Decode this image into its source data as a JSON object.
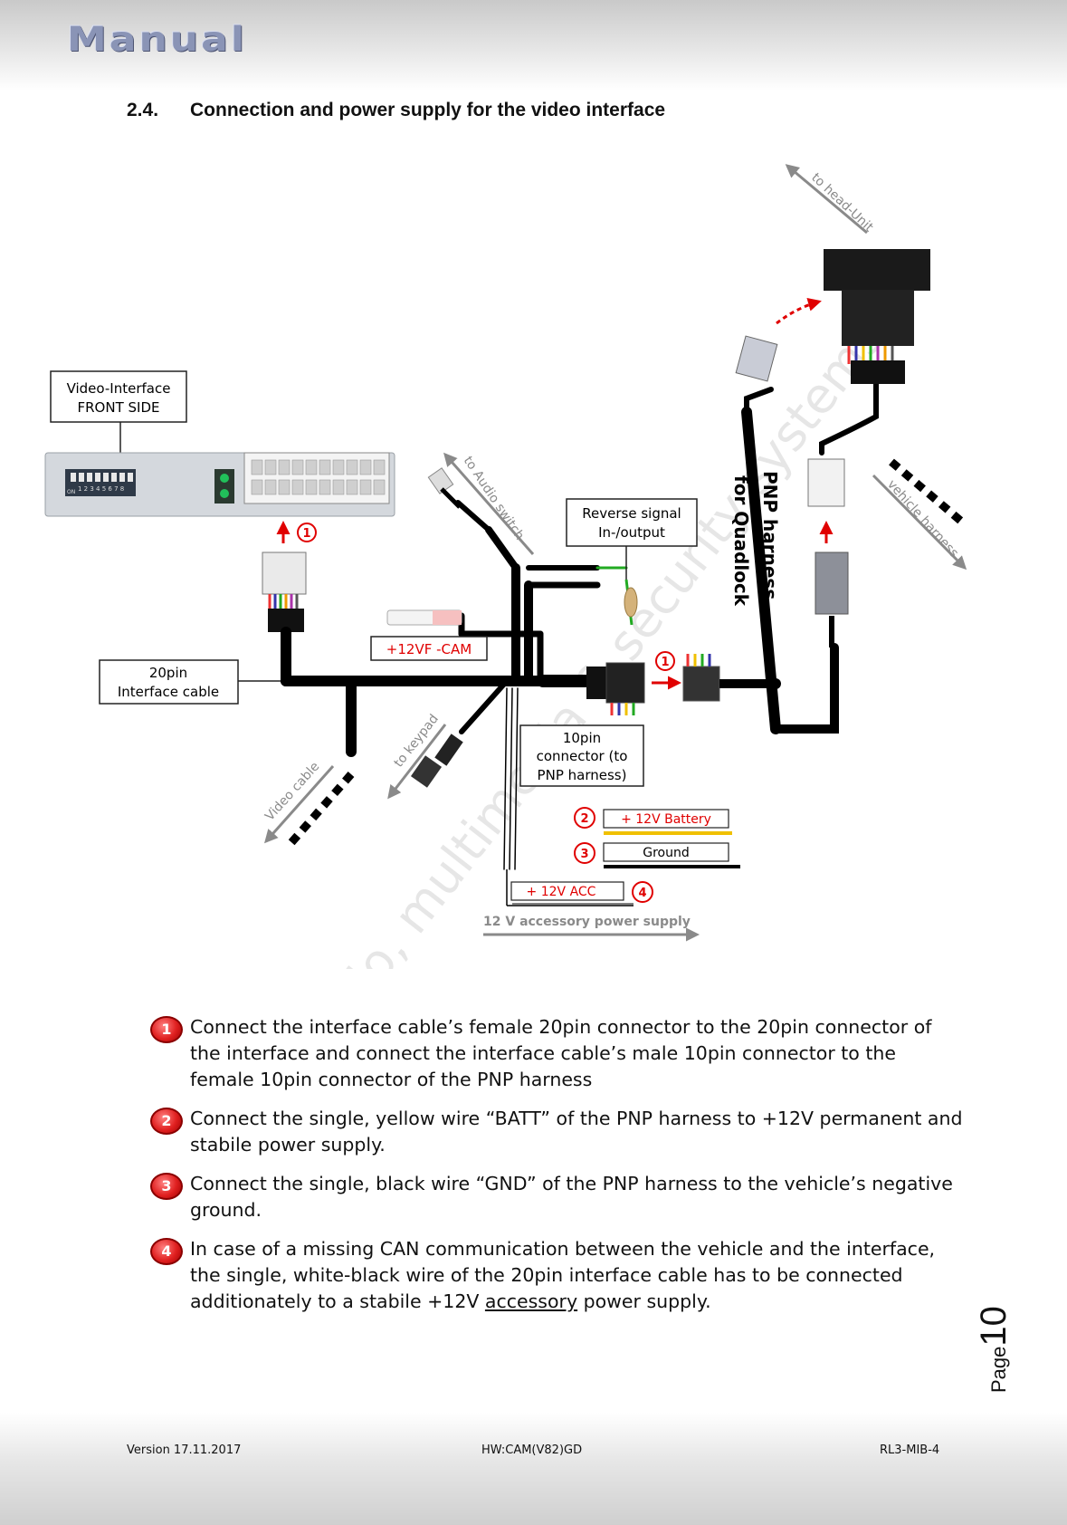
{
  "header": {
    "brand": "Manual"
  },
  "section": {
    "number": "2.4.",
    "title": "Connection and  power supply for the video interface"
  },
  "diagram": {
    "box_video_interface_line1": "Video-Interface",
    "box_video_interface_line2": "FRONT SIDE",
    "box_20pin_line1": "20pin",
    "box_20pin_line2": "Interface cable",
    "box_reverse_line1": "Reverse signal",
    "box_reverse_line2": "In-/output",
    "box_10pin_line1": "10pin",
    "box_10pin_line2": "connector (to",
    "box_10pin_line3": "PNP harness)",
    "label_12vf_cam": "+12VF -CAM",
    "label_12v_battery": "+ 12V Battery",
    "label_ground": "Ground",
    "label_12v_acc": "+ 12V ACC",
    "label_accessory_supply": "12 V accessory power supply",
    "label_pnp_line1": "PNP harness",
    "label_pnp_line2": "for Quadlock",
    "arrow_to_head_unit": "to head-Unit",
    "arrow_vehicle_harness": "vehicle harness",
    "arrow_audio_switch": "to Audio switch",
    "arrow_keypad": "to keypad",
    "arrow_video_cable": "Video cable",
    "dip_numbers": "1 2 3 4 5 6 7 8",
    "dip_on": "ON",
    "watermark": "www.cal-audio, multimedia & security systems",
    "badge_1": "1",
    "badge_2": "2",
    "badge_3": "3",
    "badge_4": "4"
  },
  "instructions": [
    {
      "badge": "1",
      "text": "Connect the interface cable’s female 20pin connector to the 20pin connector of the interface and connect the interface cable’s male 10pin connector to the female 10pin connector of the PNP harness"
    },
    {
      "badge": "2",
      "text": "Connect the single, yellow wire “BATT” of the PNP harness to +12V permanent and stabile power supply."
    },
    {
      "badge": "3",
      "text": "Connect the single, black wire “GND” of the PNP harness to the vehicle’s negative ground."
    },
    {
      "badge": "4",
      "text_before": "In case of a missing CAN communication between the vehicle and the interface, the single, white-black wire of the 20pin interface cable has to be connected additionately to a stabile +12V ",
      "text_underlined": "accessory",
      "text_after": " power supply."
    }
  ],
  "page": {
    "word": "Page",
    "number": "10"
  },
  "footer": {
    "version": "Version 17.11.2017",
    "hardware": "HW:CAM(V82)GD",
    "model": "RL3-MIB-4"
  },
  "colors": {
    "red": "#e00000",
    "yellow": "#f0c000",
    "wire": "#000000",
    "label_gray": "#8a8a8a"
  }
}
